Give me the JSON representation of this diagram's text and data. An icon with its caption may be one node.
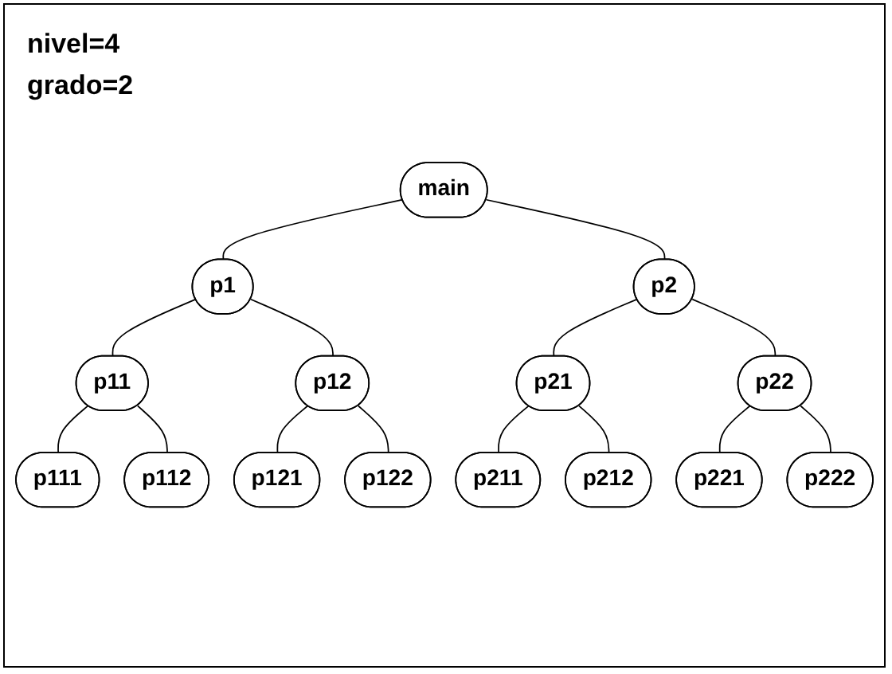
{
  "diagram": {
    "nodes": [
      {
        "text": [
          "main"
        ]
      },
      {
        "text": [
          "p1"
        ]
      },
      {
        "text": [
          "p2"
        ]
      },
      {
        "text": [
          "p11"
        ]
      },
      {
        "text": [
          "p12"
        ]
      },
      {
        "text": [
          "p21"
        ]
      },
      {
        "text": [
          "p22"
        ]
      },
      {
        "text": [
          "p111"
        ]
      },
      {
        "text": [
          "p112"
        ]
      },
      {
        "text": [
          "p121"
        ]
      },
      {
        "text": [
          "p122"
        ]
      },
      {
        "text": [
          "p211"
        ]
      },
      {
        "text": [
          "p212"
        ]
      },
      {
        "text": [
          "p221"
        ]
      },
      {
        "text": [
          "p222"
        ]
      }
    ],
    "edges": [
      {
        "from": 0,
        "to": 1,
        "arrow": "none"
      },
      {
        "from": 0,
        "to": 2,
        "arrow": "none"
      },
      {
        "from": 1,
        "to": 3,
        "arrow": "none"
      },
      {
        "from": 1,
        "to": 4,
        "arrow": "none"
      },
      {
        "from": 2,
        "to": 5,
        "arrow": "none"
      },
      {
        "from": 2,
        "to": 6,
        "arrow": "none"
      },
      {
        "from": 3,
        "to": 7,
        "arrow": "none"
      },
      {
        "from": 3,
        "to": 8,
        "arrow": "none"
      },
      {
        "from": 4,
        "to": 9,
        "arrow": "none"
      },
      {
        "from": 4,
        "to": 10,
        "arrow": "none"
      },
      {
        "from": 5,
        "to": 11,
        "arrow": "none"
      },
      {
        "from": 5,
        "to": 12,
        "arrow": "none"
      },
      {
        "from": 6,
        "to": 13,
        "arrow": "none"
      },
      {
        "from": 6,
        "to": 14,
        "arrow": "none"
      }
    ],
    "labels": [
      "nivel=4",
      "grado=2"
    ]
  }
}
